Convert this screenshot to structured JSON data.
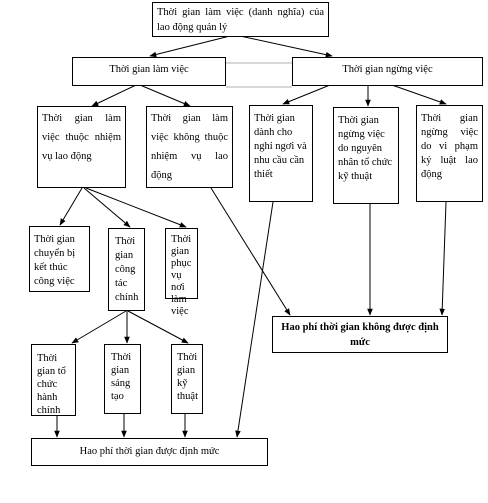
{
  "nodes": {
    "root": "Thời gian làm việc (danh nghĩa) của lao động quản lý",
    "working_time": "Thời gian làm việc",
    "stop_time": "Thời gian ngừng việc",
    "duty_time": "Thời gian làm việc thuộc nhiệm vụ lao động",
    "non_duty_time": "Thời gian làm việc không thuộc nhiệm vụ lao động",
    "rest_time": "Thời gian dành cho nghỉ ngơi và nhu cầu cần thiết",
    "technical_stop": "Thời gian ngừng việc do nguyên nhân tổ chức kỹ thuật",
    "discipline_stop": "Thời gian ngừng việc do vi phạm kỷ luật lao động",
    "prep_time": "Thời gian chuyển bị kết thúc công việc",
    "main_time": "Thời gian công tác chính",
    "service_time": "Thời gian phục vụ nơi làm việc",
    "admin_time": "Thời gian tổ chức hành chính",
    "creative_time": "Thời gian sáng tạo",
    "tech_time": "Thời gian kỹ thuật",
    "unnormed": "Hao phí thời gian không được định mức",
    "normed": "Hao phí thời gian được định mức"
  }
}
